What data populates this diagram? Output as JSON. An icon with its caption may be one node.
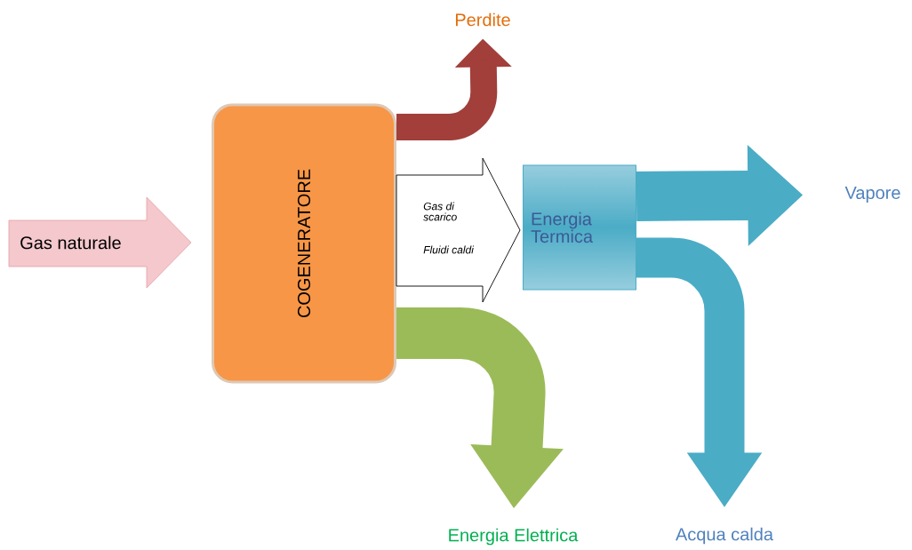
{
  "diagram": {
    "nodes": [
      {
        "text": [
          "Gas naturale"
        ]
      },
      {
        "text": [
          "COGENERATORE"
        ]
      },
      {
        "text": [
          "Perdite"
        ]
      },
      {
        "text": [
          "Energia Termica"
        ]
      },
      {
        "text": [
          "Vapore"
        ]
      },
      {
        "text": [
          "Energia Elettrica"
        ]
      },
      {
        "text": [
          "Acqua calda"
        ]
      }
    ],
    "edges": [
      {
        "from": 1,
        "to": 2,
        "arrow": "to",
        "color": "#a23f3b"
      },
      {
        "from": 1,
        "to": 3,
        "arrow": "to",
        "label": "Gas di scarico",
        "color": "#ffffff"
      },
      {
        "from": 1,
        "to": 5,
        "arrow": "to",
        "color": "#9bbb59"
      },
      {
        "from": 3,
        "to": 4,
        "arrow": "to"
      },
      {
        "from": 3,
        "to": 6,
        "arrow": "to"
      }
    ],
    "labels": [
      "Fluidi caldi"
    ]
  }
}
